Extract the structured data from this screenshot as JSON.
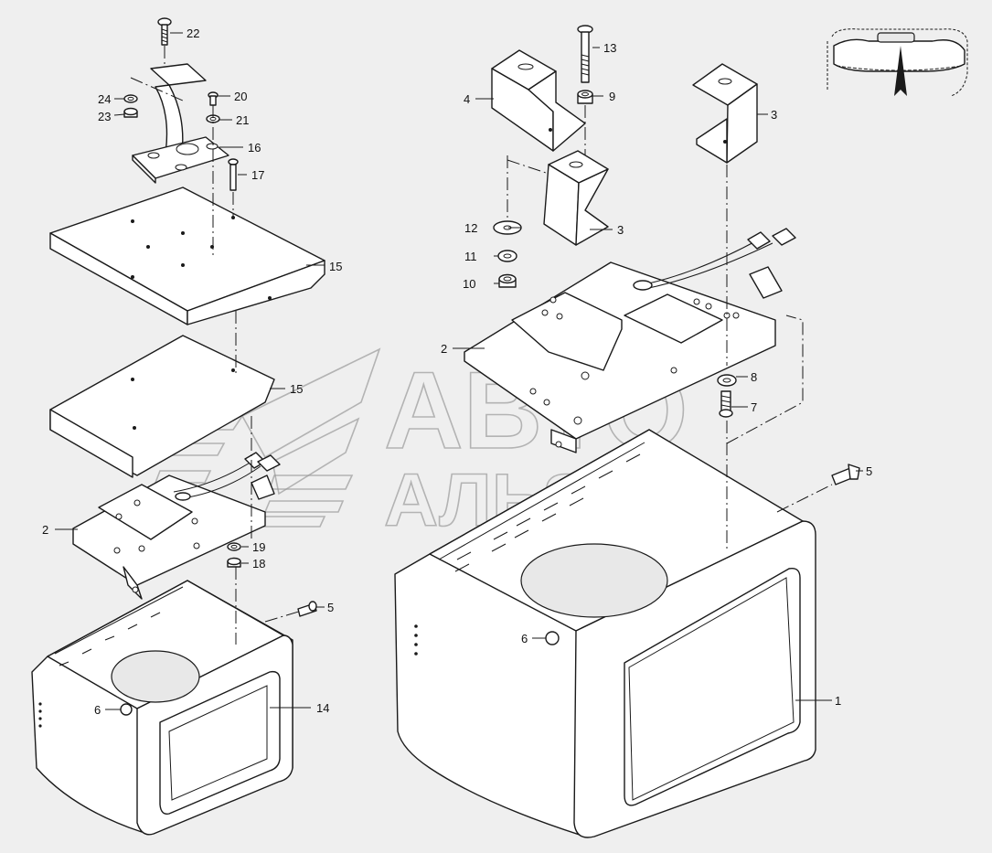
{
  "callouts": {
    "c22": "22",
    "c24": "24",
    "c20": "20",
    "c23": "23",
    "c21": "21",
    "c16": "16",
    "c17": "17",
    "c15a": "15",
    "c15b": "15",
    "c2a": "2",
    "c19": "19",
    "c18": "18",
    "c5a": "5",
    "c6a": "6",
    "c14": "14",
    "c4": "4",
    "c13": "13",
    "c9": "9",
    "c3a": "3",
    "c3b": "3",
    "c12": "12",
    "c11": "11",
    "c10": "10",
    "c2b": "2",
    "c8": "8",
    "c7": "7",
    "c5b": "5",
    "c6b": "6",
    "c1": "1"
  },
  "watermark": {
    "line1": "АВТО",
    "line2": "АЛЬЯНС",
    "logo": "avto-alyans-logo"
  },
  "icons": {
    "direction_arrow": "forward-arrow-icon",
    "vehicle_top_view": "cab-top-view-icon"
  },
  "colors": {
    "background": "#efefef",
    "line": "#1a1a1a",
    "watermark": "#9a9a9a"
  }
}
